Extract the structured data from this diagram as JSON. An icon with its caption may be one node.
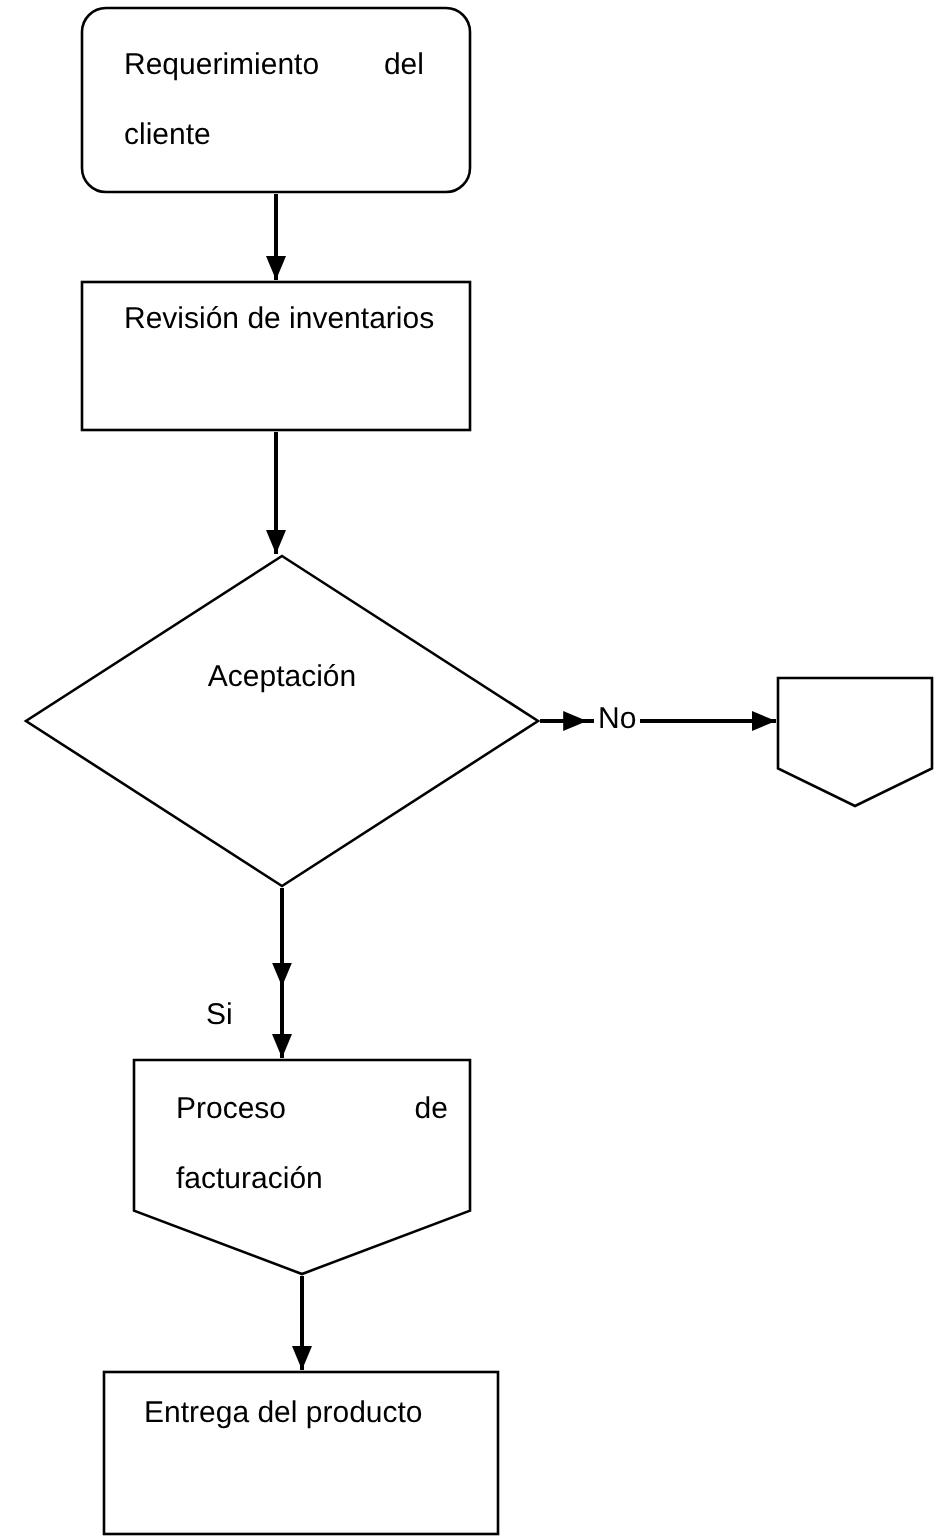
{
  "diagram": {
    "nodes": [
      {
        "text": [
          "Requerimiento del cliente"
        ]
      },
      {
        "text": [
          "Revisión de inventarios"
        ]
      },
      {
        "text": [
          "Aceptación"
        ]
      },
      {
        "text": [],
        "shape": "pentagon"
      },
      {
        "text": [
          "Proceso de facturación"
        ]
      },
      {
        "text": [
          "Entrega del producto"
        ]
      }
    ],
    "edges": [
      {
        "from": 0,
        "to": 1,
        "arrow": "to"
      },
      {
        "from": 1,
        "to": 2,
        "arrow": "to"
      },
      {
        "from": 2,
        "to": 3,
        "arrow": "to",
        "label": "No"
      },
      {
        "from": 2,
        "to": 4,
        "arrow": "to",
        "label": "Si"
      },
      {
        "from": 4,
        "to": 5,
        "arrow": "to"
      }
    ]
  }
}
